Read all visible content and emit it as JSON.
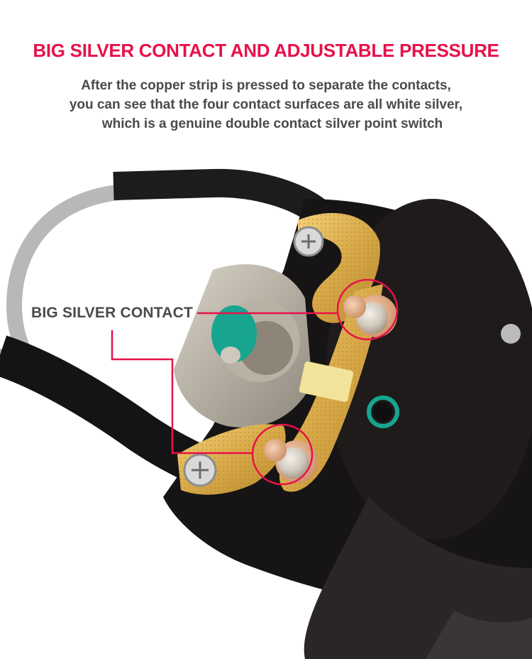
{
  "header": {
    "title": "BIG SILVER CONTACT AND ADJUSTABLE PRESSURE",
    "title_color": "#e8114a",
    "description_lines": [
      "After the copper strip is pressed to separate the contacts,",
      "you can see that the four contact surfaces are all white silver,",
      "which is a genuine double contact silver point switch"
    ]
  },
  "photo": {
    "subject": "switch-with-silver-contacts",
    "callout": {
      "label": "BIG SILVER CONTACT",
      "line_color": "#e8114a",
      "circle_count": 2
    }
  }
}
